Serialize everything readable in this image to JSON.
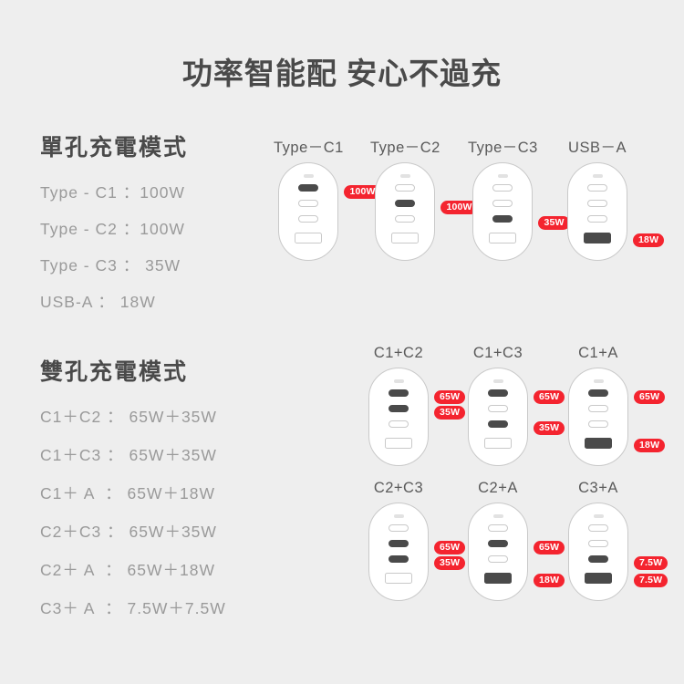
{
  "page": {
    "title": "功率智能配 安心不過充",
    "background_color": "#eeeeee",
    "accent_color": "#f4242f"
  },
  "single_mode": {
    "heading": "單孔充電模式",
    "lines": [
      "Type - C1 ：100W",
      "Type - C2 ：100W",
      "Type - C3 ： 35W",
      "USB-A ： 18W"
    ]
  },
  "dual_mode": {
    "heading": "雙孔充電模式",
    "lines": [
      "C1＋C2 ： 65W＋35W",
      "C1＋C3 ： 65W＋35W",
      "C1＋ A  ： 65W＋18W",
      "C2＋C3 ： 65W＋35W",
      "C2＋ A  ： 65W＋18W",
      "C3＋ A  ： 7.5W＋7.5W"
    ]
  },
  "single_devices": [
    {
      "label": "Type－C1",
      "badges": [
        {
          "text": "100W",
          "slot": "c1"
        }
      ],
      "active": [
        "c1"
      ]
    },
    {
      "label": "Type－C2",
      "badges": [
        {
          "text": "100W",
          "slot": "c2"
        }
      ],
      "active": [
        "c2"
      ]
    },
    {
      "label": "Type－C3",
      "badges": [
        {
          "text": "35W",
          "slot": "c3"
        }
      ],
      "active": [
        "c3"
      ]
    },
    {
      "label": "USB－A",
      "badges": [
        {
          "text": "18W",
          "slot": "a"
        }
      ],
      "active": [
        "a"
      ]
    }
  ],
  "dual_devices": [
    {
      "label": "C1+C2",
      "badges": [
        {
          "text": "65W",
          "slot": "c1"
        },
        {
          "text": "35W",
          "slot": "c2"
        }
      ],
      "active": [
        "c1",
        "c2"
      ]
    },
    {
      "label": "C1+C3",
      "badges": [
        {
          "text": "65W",
          "slot": "c1"
        },
        {
          "text": "35W",
          "slot": "c3"
        }
      ],
      "active": [
        "c1",
        "c3"
      ]
    },
    {
      "label": "C1+A",
      "badges": [
        {
          "text": "65W",
          "slot": "c1"
        },
        {
          "text": "18W",
          "slot": "a"
        }
      ],
      "active": [
        "c1",
        "a"
      ]
    },
    {
      "label": "C2+C3",
      "badges": [
        {
          "text": "65W",
          "slot": "c2"
        },
        {
          "text": "35W",
          "slot": "c3"
        }
      ],
      "active": [
        "c2",
        "c3"
      ]
    },
    {
      "label": "C2+A",
      "badges": [
        {
          "text": "65W",
          "slot": "c2"
        },
        {
          "text": "18W",
          "slot": "a"
        }
      ],
      "active": [
        "c2",
        "a"
      ]
    },
    {
      "label": "C3+A",
      "badges": [
        {
          "text": "7.5W",
          "slot": "c3"
        },
        {
          "text": "7.5W",
          "slot": "a"
        }
      ],
      "active": [
        "c3",
        "a"
      ]
    }
  ]
}
